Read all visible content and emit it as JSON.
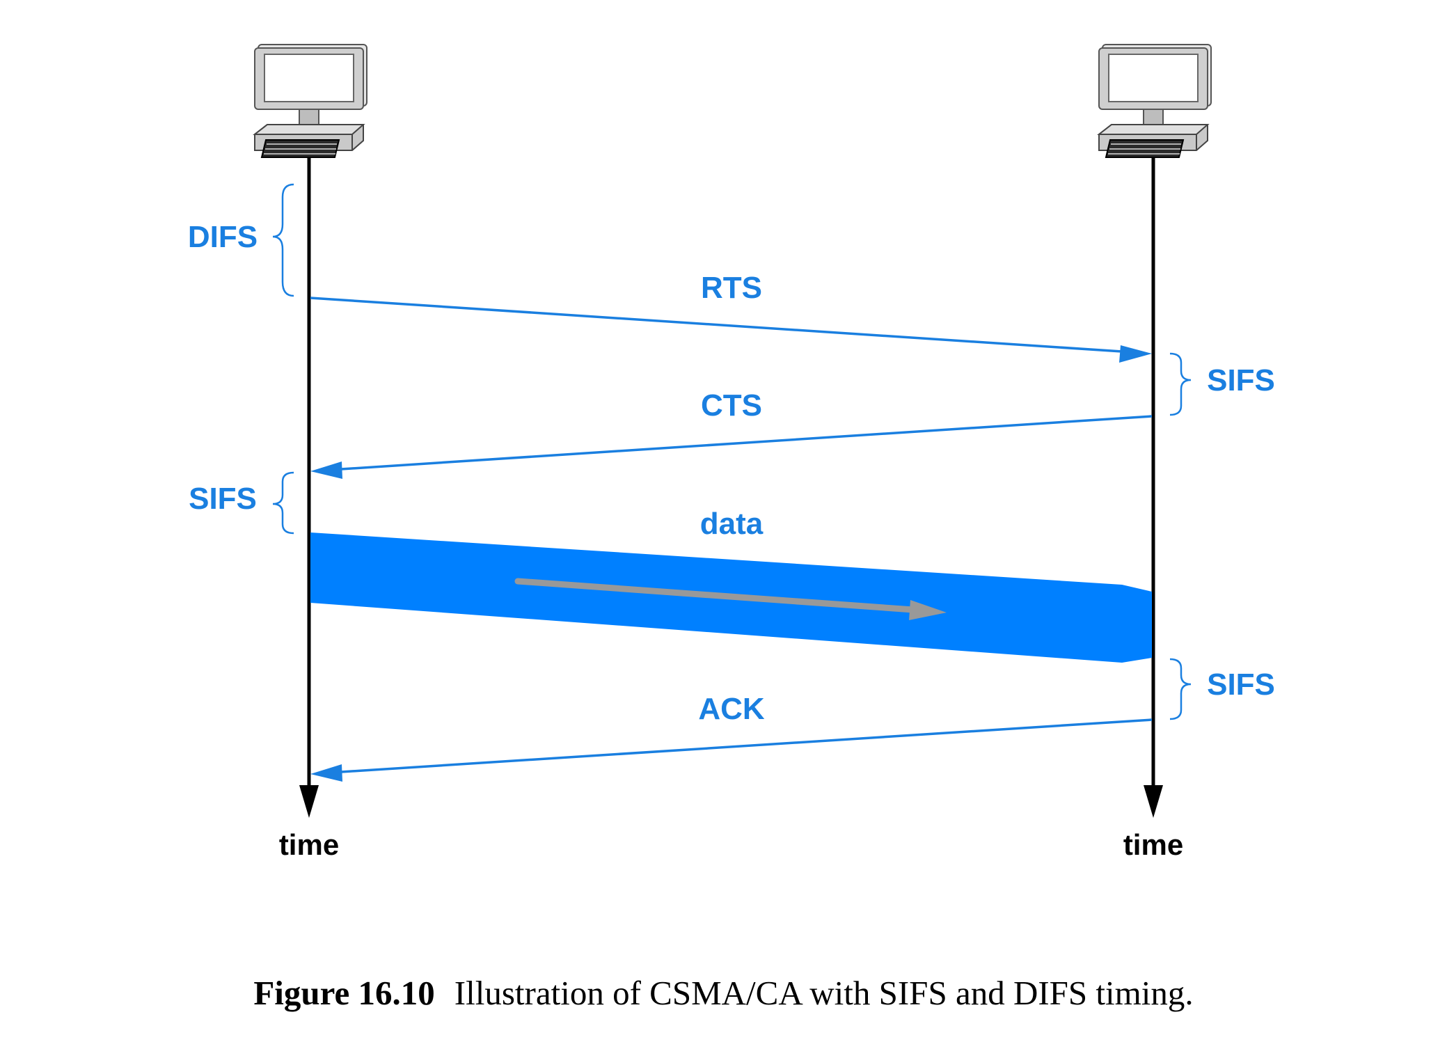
{
  "colors": {
    "accent": "#1a7fe0",
    "data_band": "#0080ff",
    "data_arrow": "#999999",
    "timeline": "#000000"
  },
  "stations": [
    {
      "icon": "desktop-computer-icon",
      "time_label": "time"
    },
    {
      "icon": "desktop-computer-icon",
      "time_label": "time"
    }
  ],
  "intervals": {
    "difs_sender": "DIFS",
    "sifs_receiver_1": "SIFS",
    "sifs_sender": "SIFS",
    "sifs_receiver_2": "SIFS"
  },
  "messages": {
    "rts": "RTS",
    "cts": "CTS",
    "data": "data",
    "ack": "ACK"
  },
  "caption": {
    "number": "Figure 16.10",
    "text": "Illustration of CSMA/CA with SIFS and DIFS timing."
  }
}
